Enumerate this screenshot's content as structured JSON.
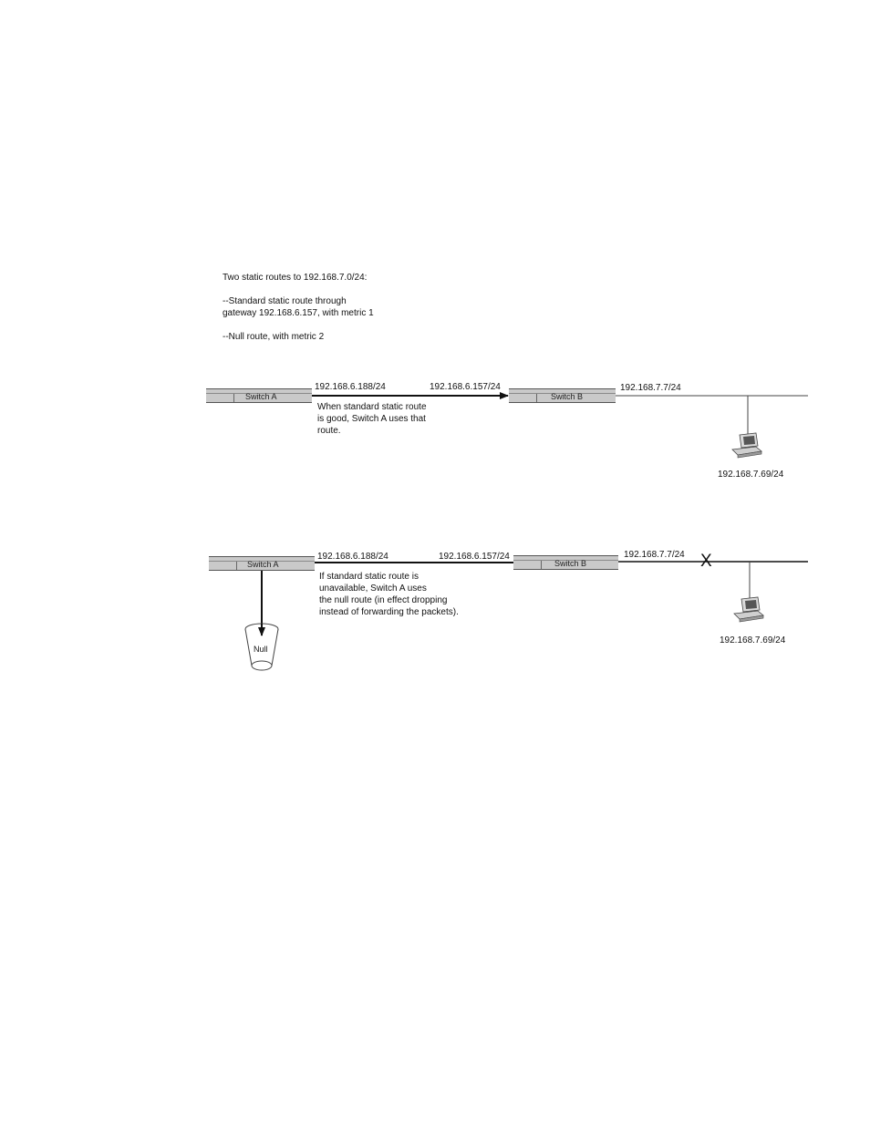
{
  "intro": {
    "title": "Two static routes to 192.168.7.0/24:",
    "line1": "--Standard static route through",
    "line2": "gateway 192.168.6.157, with metric 1",
    "line3": "--Null route, with metric 2"
  },
  "top": {
    "switch_a": "Switch A",
    "switch_b": "Switch B",
    "ip_a": "192.168.6.188/24",
    "ip_gw": "192.168.6.157/24",
    "ip_b": "192.168.7.7/24",
    "ip_host": "192.168.7.69/24",
    "note": [
      "When standard static route",
      "is good, Switch A uses that",
      "route."
    ]
  },
  "bottom": {
    "switch_a": "Switch A",
    "switch_b": "Switch B",
    "ip_a": "192.168.6.188/24",
    "ip_gw": "192.168.6.157/24",
    "ip_b": "192.168.7.7/24",
    "ip_host": "192.168.7.69/24",
    "break_mark": "X",
    "null_label": "Null",
    "note": [
      "If standard static route is",
      "unavailable, Switch A uses",
      "the null route (in effect dropping",
      "instead of forwarding the packets)."
    ]
  },
  "icons": {
    "host_top": "computer-icon",
    "host_bottom": "computer-icon",
    "null_bin": "trash-bin-icon"
  }
}
